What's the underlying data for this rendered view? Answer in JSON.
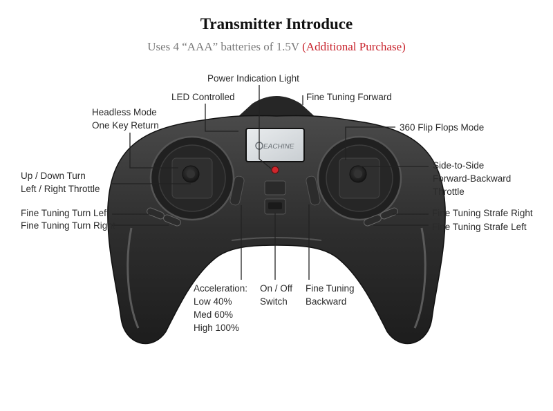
{
  "title": "Transmitter Introduce",
  "subtitle": {
    "text": "Uses 4 “AAA” batteries of 1.5V",
    "accent": "(Additional Purchase)"
  },
  "brand": "EACHINE",
  "colors": {
    "accent": "#c8232c",
    "body": "#2b2b2b",
    "led": "#d0262c"
  },
  "labels": {
    "power_light": "Power Indication Light",
    "led_controlled": "LED Controlled",
    "fine_forward": "Fine Tuning Forward",
    "headless": [
      "Headless Mode",
      "One Key Return"
    ],
    "flip_mode": "360 Flip Flops Mode",
    "left_stick": [
      "Up / Down Turn",
      "Left / Right Throttle"
    ],
    "right_stick": [
      "Side-to-Side",
      "Forward-Backward",
      "Throttle"
    ],
    "turn_left": "Fine Tuning Turn Left",
    "turn_right": "Fine Tuning Turn Right",
    "strafe_right": "Fine Tuning Strafe Right",
    "strafe_left": "Fine Tuning Strafe Left",
    "acceleration": [
      "Acceleration:",
      "Low 40%",
      "Med 60%",
      "High 100%"
    ],
    "on_off": [
      "On / Off",
      "Switch"
    ],
    "fine_backward": [
      "Fine Tuning",
      "Backward"
    ]
  }
}
